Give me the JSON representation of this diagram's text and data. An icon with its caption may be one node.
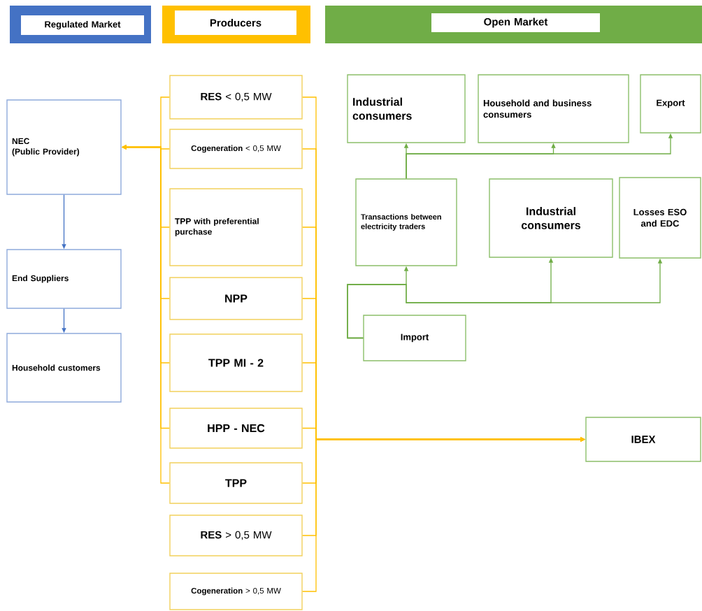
{
  "diagram": {
    "nodes": [
      {
        "text": [
          "Regulated Market"
        ]
      },
      {
        "text": [
          "Producers"
        ]
      },
      {
        "text": [
          "Open Market"
        ]
      },
      {
        "text": [
          "NEC",
          "(Public Provider)"
        ]
      },
      {
        "text": [
          "End Suppliers"
        ]
      },
      {
        "text": [
          "Household customers"
        ]
      },
      {
        "text": [
          "**RES** < 0,5 MW"
        ]
      },
      {
        "text": [
          "**Cogeneration** < 0,5 MW"
        ]
      },
      {
        "text": [
          "TPP with preferential purchase"
        ]
      },
      {
        "text": [
          "NPP"
        ]
      },
      {
        "text": [
          "TPP MI - 2"
        ]
      },
      {
        "text": [
          "HPP - NEC"
        ]
      },
      {
        "text": [
          "TPP"
        ]
      },
      {
        "text": [
          "**RES** > 0,5 MW"
        ]
      },
      {
        "text": [
          "**Cogeneration** > 0,5 MW"
        ]
      },
      {
        "text": [
          "Industrial consumers"
        ]
      },
      {
        "text": [
          "Household and business consumers"
        ]
      },
      {
        "text": [
          "Export"
        ]
      },
      {
        "text": [
          "Transactions between electricity traders"
        ]
      },
      {
        "text": [
          "Industrial consumers"
        ]
      },
      {
        "text": [
          "Losses ESO and EDC"
        ]
      },
      {
        "text": [
          "Import"
        ]
      },
      {
        "text": [
          "IBEX"
        ]
      }
    ],
    "edges": [
      {
        "from": 3,
        "to": 4,
        "arrow": "to",
        "color": "#4472c4"
      },
      {
        "from": 4,
        "to": 5,
        "arrow": "to",
        "color": "#4472c4"
      },
      {
        "from": 6,
        "to": 3,
        "arrow": "to"
      },
      {
        "from": 7,
        "to": 3,
        "arrow": "to"
      },
      {
        "from": 8,
        "to": 3,
        "arrow": "to"
      },
      {
        "from": 9,
        "to": 3,
        "arrow": "to"
      },
      {
        "from": 10,
        "to": 3,
        "arrow": "to"
      },
      {
        "from": 11,
        "to": 3,
        "arrow": "to"
      },
      {
        "from": 12,
        "to": 3,
        "arrow": "to"
      },
      {
        "from": 6,
        "to": 22,
        "arrow": "to"
      },
      {
        "from": 7,
        "to": 22,
        "arrow": "to"
      },
      {
        "from": 8,
        "to": 22,
        "arrow": "to"
      },
      {
        "from": 9,
        "to": 22,
        "arrow": "to"
      },
      {
        "from": 10,
        "to": 22,
        "arrow": "to"
      },
      {
        "from": 11,
        "to": 22,
        "arrow": "to"
      },
      {
        "from": 12,
        "to": 22,
        "arrow": "to"
      },
      {
        "from": 13,
        "to": 22,
        "arrow": "to"
      },
      {
        "from": 14,
        "to": 22,
        "arrow": "to"
      },
      {
        "from": 18,
        "to": 15,
        "arrow": "to",
        "color": "#70ad47"
      },
      {
        "from": 18,
        "to": 16,
        "arrow": "to",
        "color": "#70ad47"
      },
      {
        "from": 18,
        "to": 17,
        "arrow": "to",
        "color": "#70ad47"
      },
      {
        "from": 21,
        "to": 18,
        "arrow": "to",
        "color": "#70ad47"
      },
      {
        "from": 21,
        "to": 19,
        "arrow": "to",
        "color": "#70ad47"
      },
      {
        "from": 21,
        "to": 20,
        "arrow": "to",
        "color": "#70ad47"
      }
    ]
  }
}
